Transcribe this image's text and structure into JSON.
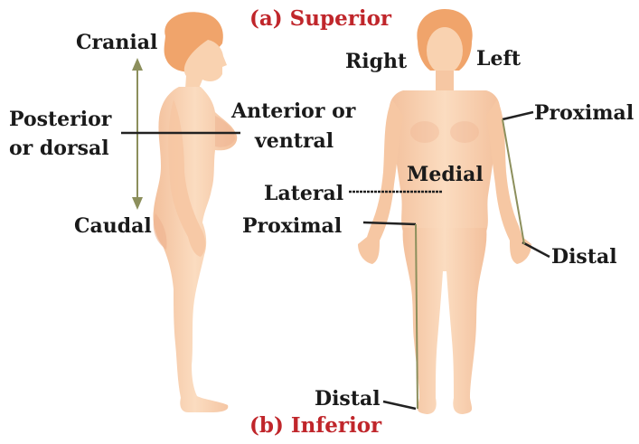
{
  "titles": {
    "superior": "(a) Superior",
    "inferior": "(b) Inferior"
  },
  "side_view": {
    "cranial": "Cranial",
    "caudal": "Caudal",
    "posterior_line1": "Posterior",
    "posterior_line2": "or dorsal",
    "anterior_line1": "Anterior or",
    "anterior_line2": "ventral"
  },
  "front_view": {
    "right": "Right",
    "left": "Left",
    "proximal_arm": "Proximal",
    "distal_arm": "Distal",
    "medial": "Medial",
    "lateral": "Lateral",
    "proximal_leg": "Proximal",
    "distal_leg": "Distal"
  },
  "colors": {
    "title_red": "#c0262b",
    "skin": "#f9d2b0",
    "skin_shadow": "#eeb28f",
    "hair": "#f0a46b",
    "axis_line": "#8c8f5c"
  }
}
